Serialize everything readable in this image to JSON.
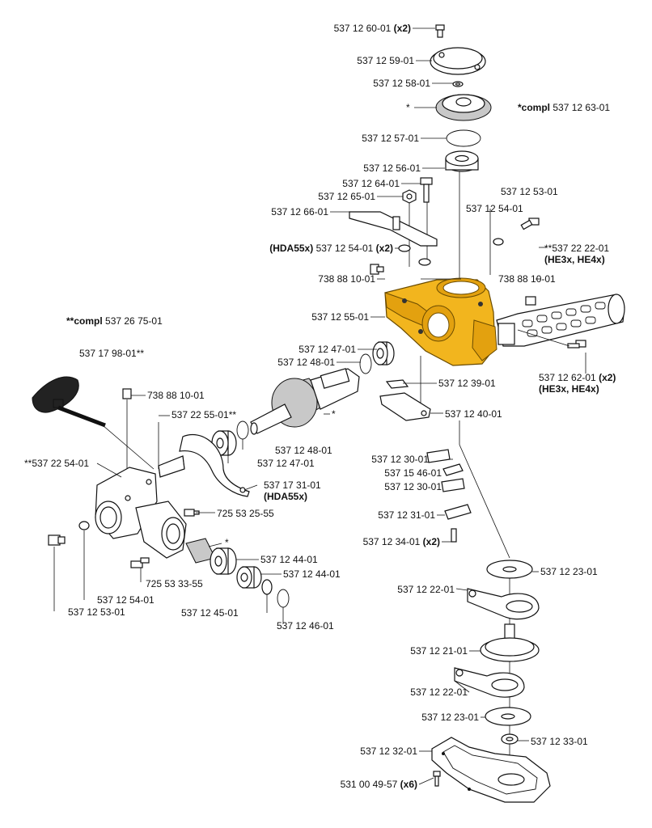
{
  "labels": {
    "p_537_12_60": {
      "num": "537 12 60-01",
      "extra": "(x2)"
    },
    "p_537_12_59": {
      "num": "537 12 59-01"
    },
    "p_537_12_58": {
      "num": "537 12 58-01"
    },
    "star_gear": {
      "num": "*"
    },
    "compl_63": {
      "pre": "*compl",
      "num": "537 12 63-01"
    },
    "p_537_12_57": {
      "num": "537 12 57-01"
    },
    "p_537_12_56": {
      "num": "537 12 56-01"
    },
    "p_537_12_64": {
      "num": "537 12 64-01"
    },
    "p_537_12_65": {
      "num": "537 12 65-01"
    },
    "p_537_12_66": {
      "num": "537 12 66-01"
    },
    "p_537_12_53_top": {
      "num": "537 12 53-01"
    },
    "p_537_12_54_top": {
      "num": "537 12 54-01"
    },
    "p_hda_54": {
      "pre": "(HDA55x)",
      "num": "537 12 54-01",
      "extra": "(x2)"
    },
    "p_537_22_22": {
      "num": "**537 22 22-01",
      "extra": "(HE3x, HE4x)"
    },
    "p_738_88_10_left": {
      "num": "738 88 10-01"
    },
    "p_738_88_10_right": {
      "num": "738 88 10-01"
    },
    "p_537_12_55": {
      "num": "537 12 55-01"
    },
    "compl_26_75": {
      "pre": "**compl",
      "num": "537 26 75-01"
    },
    "p_537_12_47_a": {
      "num": "537 12 47-01"
    },
    "p_537_12_48_a": {
      "num": "537 12 48-01"
    },
    "p_537_12_62": {
      "num": "537 12 62-01",
      "extra": "(x2)",
      "extra2": "(HE3x, HE4x)"
    },
    "p_537_17_98": {
      "num": "537 17 98-01**"
    },
    "p_537_12_39": {
      "num": "537 12 39-01"
    },
    "p_738_88_10_mid": {
      "num": "738 88 10-01"
    },
    "star_shaft": {
      "num": "*"
    },
    "p_537_12_40": {
      "num": "537 12 40-01"
    },
    "p_537_22_55": {
      "num": "537 22 55-01**"
    },
    "p_537_12_48_b": {
      "num": "537 12 48-01"
    },
    "p_537_12_47_b": {
      "num": "537 12 47-01"
    },
    "p_537_22_54": {
      "num": "**537 22 54-01"
    },
    "p_537_12_30_a": {
      "num": "537 12 30-01"
    },
    "p_537_15_46": {
      "num": "537 15 46-01"
    },
    "p_537_12_30_b": {
      "num": "537 12 30-01"
    },
    "p_537_17_31": {
      "num": "537 17 31-01",
      "extra": "(HDA55x)"
    },
    "p_725_53_25": {
      "num": "725 53 25-55"
    },
    "p_537_12_31": {
      "num": "537 12 31-01"
    },
    "p_537_12_34": {
      "num": "537 12 34-01",
      "extra": "(x2)"
    },
    "star_pinion": {
      "num": "*"
    },
    "p_537_12_44_a": {
      "num": "537 12 44-01"
    },
    "p_537_12_44_b": {
      "num": "537 12 44-01"
    },
    "p_725_53_33": {
      "num": "725 53 33-55"
    },
    "p_537_12_23_a": {
      "num": "537 12 23-01"
    },
    "p_537_12_54_bottom": {
      "num": "537 12 54-01"
    },
    "p_537_12_53_bottom": {
      "num": "537 12 53-01"
    },
    "p_537_12_45": {
      "num": "537 12 45-01"
    },
    "p_537_12_46": {
      "num": "537 12 46-01"
    },
    "p_537_12_22_a": {
      "num": "537 12 22-01"
    },
    "p_537_12_21": {
      "num": "537 12 21-01"
    },
    "p_537_12_22_b": {
      "num": "537 12 22-01"
    },
    "p_537_12_23_b": {
      "num": "537 12 23-01"
    },
    "p_537_12_33": {
      "num": "537 12 33-01"
    },
    "p_537_12_32": {
      "num": "537 12 32-01"
    },
    "p_531_00_49": {
      "num": "531 00 49-57",
      "extra": "(x6)"
    }
  },
  "colors": {
    "highlight": "#f2b51e",
    "line": "#111111",
    "background": "#ffffff"
  }
}
